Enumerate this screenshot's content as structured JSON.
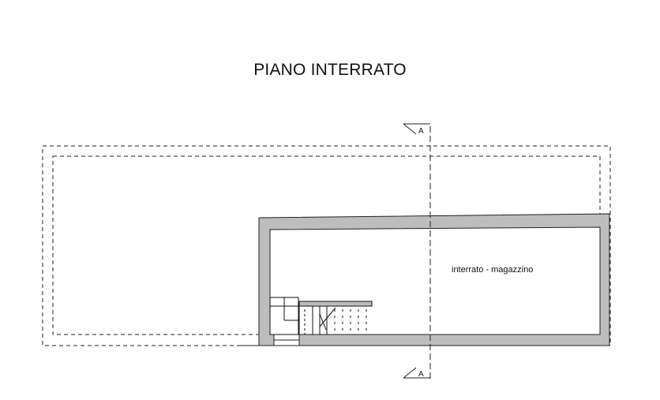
{
  "title": "PIANO INTERRATO",
  "room_label": "interrato - magazzino",
  "section_marker_top": "A",
  "section_marker_bottom": "A",
  "colors": {
    "wall_fill": "#bdbdbd",
    "line": "#111111"
  }
}
